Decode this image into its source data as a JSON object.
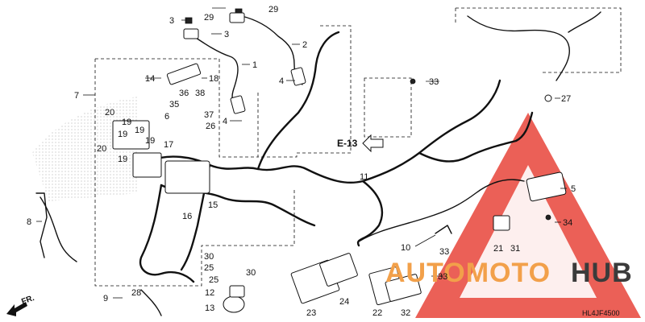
{
  "diagram": {
    "code": "HL4JF4500",
    "section_ref": "E-13",
    "front_label": "FR.",
    "watermark": {
      "part1": "AUTOMOTO",
      "part2": "HUB",
      "color1": "#f2a04a",
      "color2": "#3b3b3b"
    },
    "triangle_color": "#e8443a",
    "callouts": [
      "1",
      "2",
      "3",
      "3",
      "4",
      "4",
      "5",
      "6",
      "7",
      "8",
      "9",
      "10",
      "11",
      "12",
      "13",
      "14",
      "15",
      "16",
      "17",
      "18",
      "19",
      "19",
      "19",
      "19",
      "19",
      "20",
      "20",
      "21",
      "22",
      "23",
      "24",
      "25",
      "25",
      "26",
      "27",
      "28",
      "29",
      "29",
      "30",
      "30",
      "31",
      "32",
      "33",
      "33",
      "33",
      "34",
      "35",
      "36",
      "37",
      "38"
    ]
  }
}
